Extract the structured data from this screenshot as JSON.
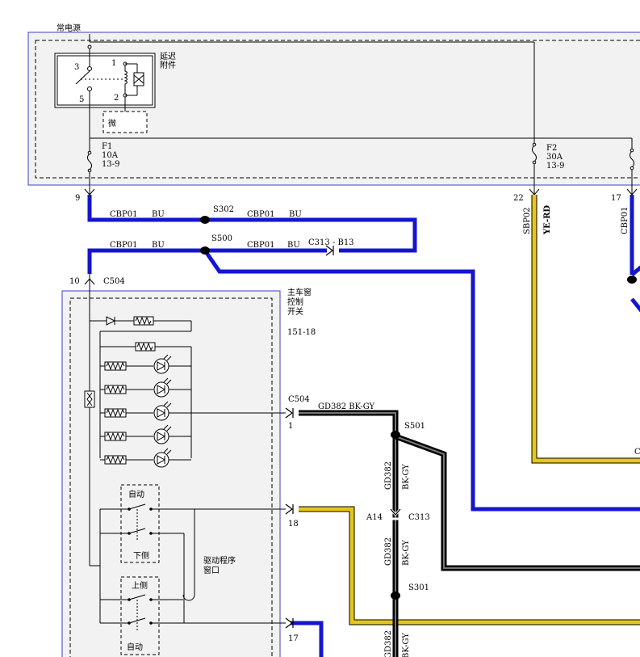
{
  "title": {
    "constant_power": "常电源"
  },
  "relay": {
    "name_line1": "延迟",
    "name_line2": "附件",
    "pins": [
      "3",
      "1",
      "5",
      "2"
    ],
    "micro": "微"
  },
  "fuses": {
    "f1": {
      "id": "F1",
      "rating": "10A",
      "ref": "13-9"
    },
    "f2": {
      "id": "F2",
      "rating": "30A",
      "ref": "13-9"
    }
  },
  "pins": {
    "p9": "9",
    "p22": "22",
    "p17_top": "17",
    "p10": "10",
    "p1": "1",
    "p18": "18",
    "p17_bottom": "17"
  },
  "splices": {
    "s302": "S302",
    "s500": "S500",
    "s501": "S501",
    "s301": "S301"
  },
  "wires": {
    "cbp01": "CBP01",
    "bu": "BU",
    "sbp02": "SBP02",
    "yl_rd": "YE-RD",
    "gd382": "GD382",
    "bk_gy": "BK-GY",
    "gd382_bkgy": "GD382  BK-GY",
    "cbp01_partial": "CBP01",
    "bu_partial": "B",
    "c_partial": "C"
  },
  "connectors": {
    "c313_b13": "C313  -  B13",
    "c504": "C504",
    "c504_b": "C504",
    "a14": "A14",
    "c313": "C313"
  },
  "module": {
    "name_l1": "主车窗",
    "name_l2": "控制",
    "name_l3": "开关",
    "ref": "151-18",
    "auto_top": "自动",
    "lower": "下侧",
    "upper": "上侧",
    "auto_bottom": "自动",
    "driver_l1": "驱动程序",
    "driver_l2": "窗口"
  },
  "colors": {
    "blue": "#1515d0",
    "yellow": "#e6c61a",
    "black": "#000000",
    "panel": "#f2f2f2",
    "panel_border": "#3d3dcc"
  }
}
